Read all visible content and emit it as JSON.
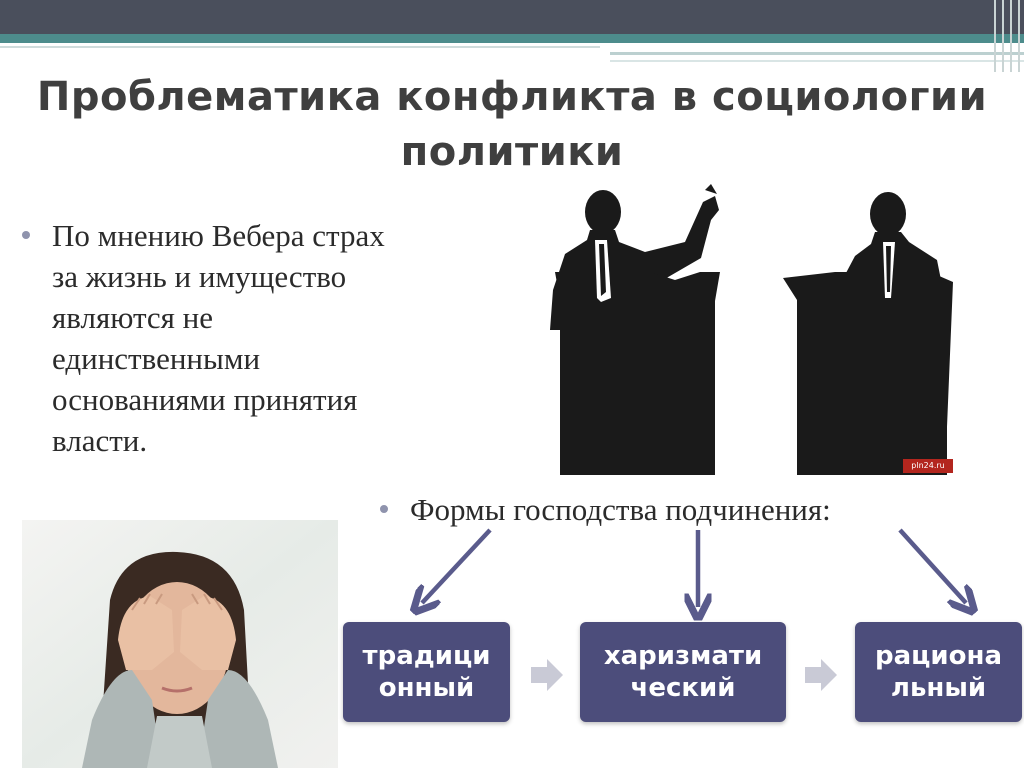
{
  "slide": {
    "title_line1": "Проблематика конфликта в социологии",
    "title_line2": "политики"
  },
  "left_bullet": {
    "lines": [
      "По  мнению Вебера страх",
      "за жизнь и имущество",
      "являются не",
      "единственными",
      "основаниями принятия",
      "власти."
    ]
  },
  "right_bullet": {
    "text": "Формы господства подчинения:"
  },
  "forms": [
    {
      "line1": "традици",
      "line2": "онный"
    },
    {
      "line1": "харизмати",
      "line2": "ческий"
    },
    {
      "line1": "рациона",
      "line2": "льный"
    }
  ],
  "image_credit": "pln24.ru",
  "colors": {
    "header_dark": "#4a4f5c",
    "header_teal": "#4d8c8c",
    "box_fill": "#4c4d7b",
    "arrow": "#5a5b8c",
    "chevron": "#c9cad6",
    "bullet": "#8f93ad"
  },
  "icons": {
    "podiums_image": "two-speakers-at-podiums-silhouette",
    "woman_image": "woman-covering-eyes-photo",
    "arrows": "down-arrow-icon",
    "connectors": "chevron-right-icon"
  }
}
